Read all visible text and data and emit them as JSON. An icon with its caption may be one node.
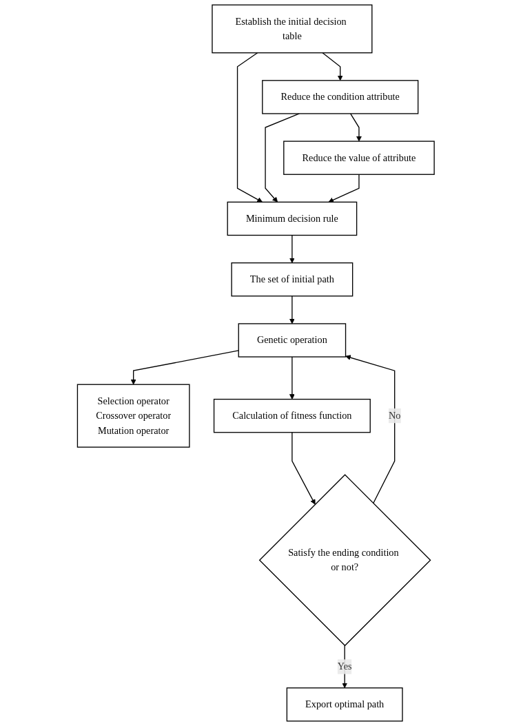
{
  "diagram": {
    "nodes": [
      {
        "text": [
          "Establish the initial decision table"
        ]
      },
      {
        "text": [
          "Reduce the condition attribute"
        ]
      },
      {
        "text": [
          "Reduce the value of attribute"
        ]
      },
      {
        "text": [
          "Minimum decision rule"
        ]
      },
      {
        "text": [
          "The set of initial path"
        ]
      },
      {
        "text": [
          "Genetic operation"
        ]
      },
      {
        "text": [
          "Selection operator",
          "Crossover operator",
          "Mutation operator"
        ]
      },
      {
        "text": [
          "Calculation of fitness function"
        ]
      },
      {
        "text": [
          "Satisfy the ending condition or not?"
        ]
      },
      {
        "text": [
          "Export optimal path"
        ]
      }
    ],
    "edges": [
      {
        "from": 0,
        "to": 1,
        "arrow": "to"
      },
      {
        "from": 1,
        "to": 2,
        "arrow": "to"
      },
      {
        "from": 0,
        "to": 3,
        "arrow": "to"
      },
      {
        "from": 1,
        "to": 3,
        "arrow": "to"
      },
      {
        "from": 2,
        "to": 3,
        "arrow": "to"
      },
      {
        "from": 3,
        "to": 4,
        "arrow": "to"
      },
      {
        "from": 4,
        "to": 5,
        "arrow": "to"
      },
      {
        "from": 5,
        "to": 6,
        "arrow": "to"
      },
      {
        "from": 5,
        "to": 7,
        "arrow": "to"
      },
      {
        "from": 7,
        "to": 8,
        "arrow": "to"
      },
      {
        "from": 8,
        "to": 5,
        "label": "No",
        "arrow": "to"
      },
      {
        "from": 8,
        "to": 9,
        "label": "Yes",
        "arrow": "to"
      }
    ]
  }
}
